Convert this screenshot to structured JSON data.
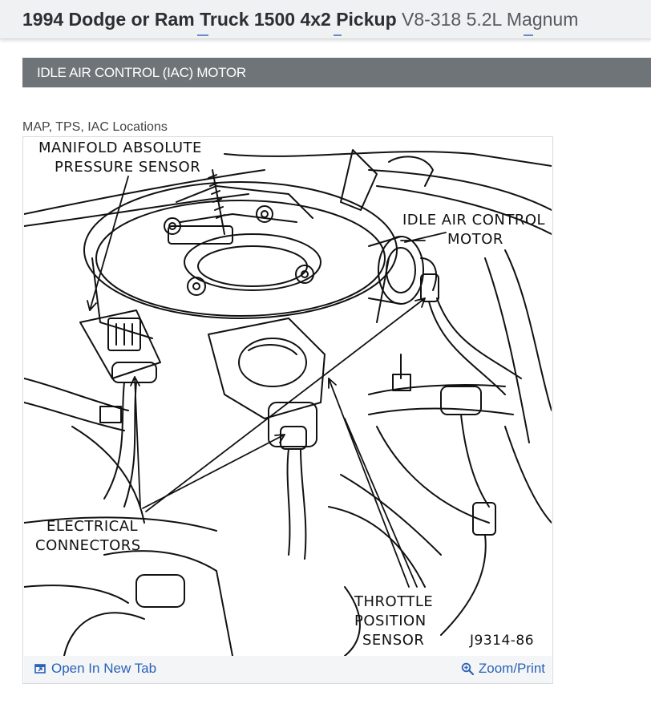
{
  "header": {
    "vehicle": "1994 Dodge or Ram Truck 1500 4x2 Pickup",
    "engine": "V8-318 5.2L Magnum"
  },
  "section": {
    "title": "IDLE AIR CONTROL (IAC) MOTOR"
  },
  "figure": {
    "caption": "MAP, TPS, IAC Locations",
    "labels": {
      "map_line1": "MANIFOLD ABSOLUTE",
      "map_line2": "PRESSURE SENSOR",
      "iac_line1": "IDLE AIR CONTROL",
      "iac_line2": "MOTOR",
      "elec_line1": "ELECTRICAL",
      "elec_line2": "CONNECTORS",
      "tps_line1": "THROTTLE",
      "tps_line2": "POSITION",
      "tps_line3": "SENSOR",
      "figure_id": "J9314-86"
    },
    "open_tab_label": "Open In New Tab",
    "zoom_label": "Zoom/Print",
    "open_tab_icon": "open-new-tab-icon",
    "zoom_icon": "zoom-magnifier-icon"
  },
  "colors": {
    "link": "#2a62b8",
    "header_bar": "#6f7478"
  }
}
